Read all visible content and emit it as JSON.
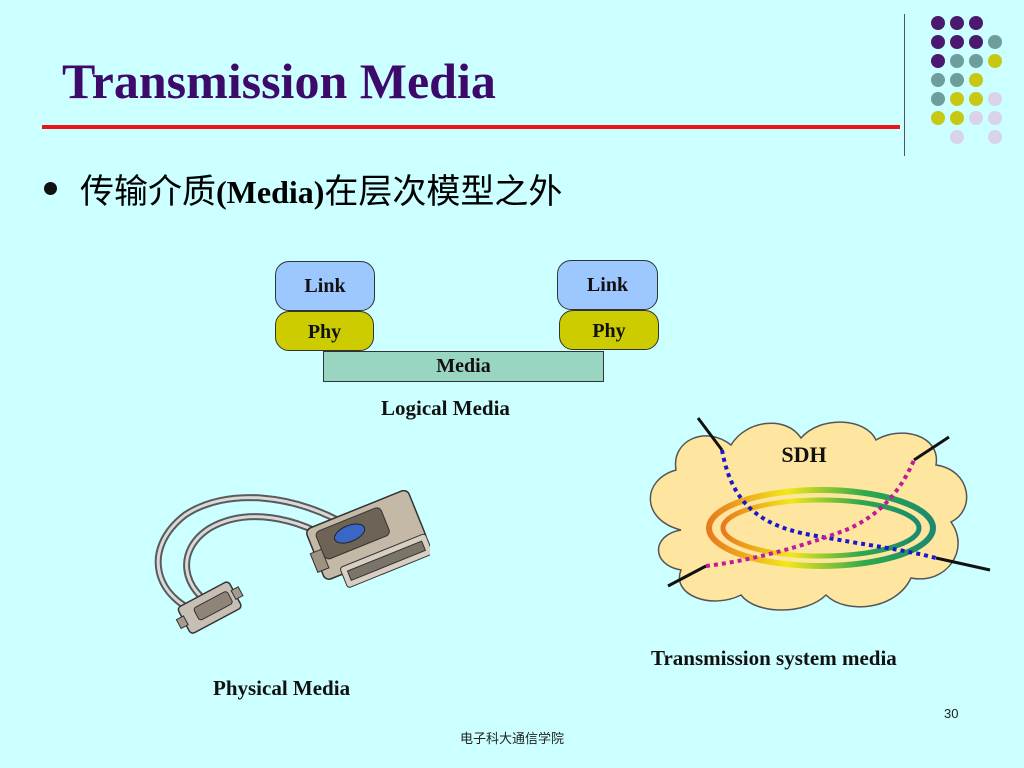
{
  "slide": {
    "title": "Transmission Media",
    "bullet": {
      "prefix": "传输介质",
      "english": "(Media)",
      "suffix": "在层次模型之外"
    }
  },
  "logical_diagram": {
    "left_link": "Link",
    "left_phy": "Phy",
    "right_link": "Link",
    "right_phy": "Phy",
    "media": "Media",
    "caption": "Logical Media"
  },
  "physical": {
    "caption": "Physical Media"
  },
  "transmission": {
    "cloud_label": "SDH",
    "caption": "Transmission system media"
  },
  "footer": {
    "institution": "电子科大通信学院",
    "page_number": "30"
  },
  "colors": {
    "background": "#ccffff",
    "title": "#3d0a6b",
    "title_rule": "#e8151b",
    "link_box": "#9cc7ff",
    "phy_box": "#cccc00",
    "media_bar": "#99d6c2",
    "cloud": "#ffe6a0",
    "dot_purple": "#4b1a6e",
    "dot_teal": "#6e9e9c",
    "dot_yellow": "#c8c814",
    "dot_lavender": "#d9d2e9"
  }
}
